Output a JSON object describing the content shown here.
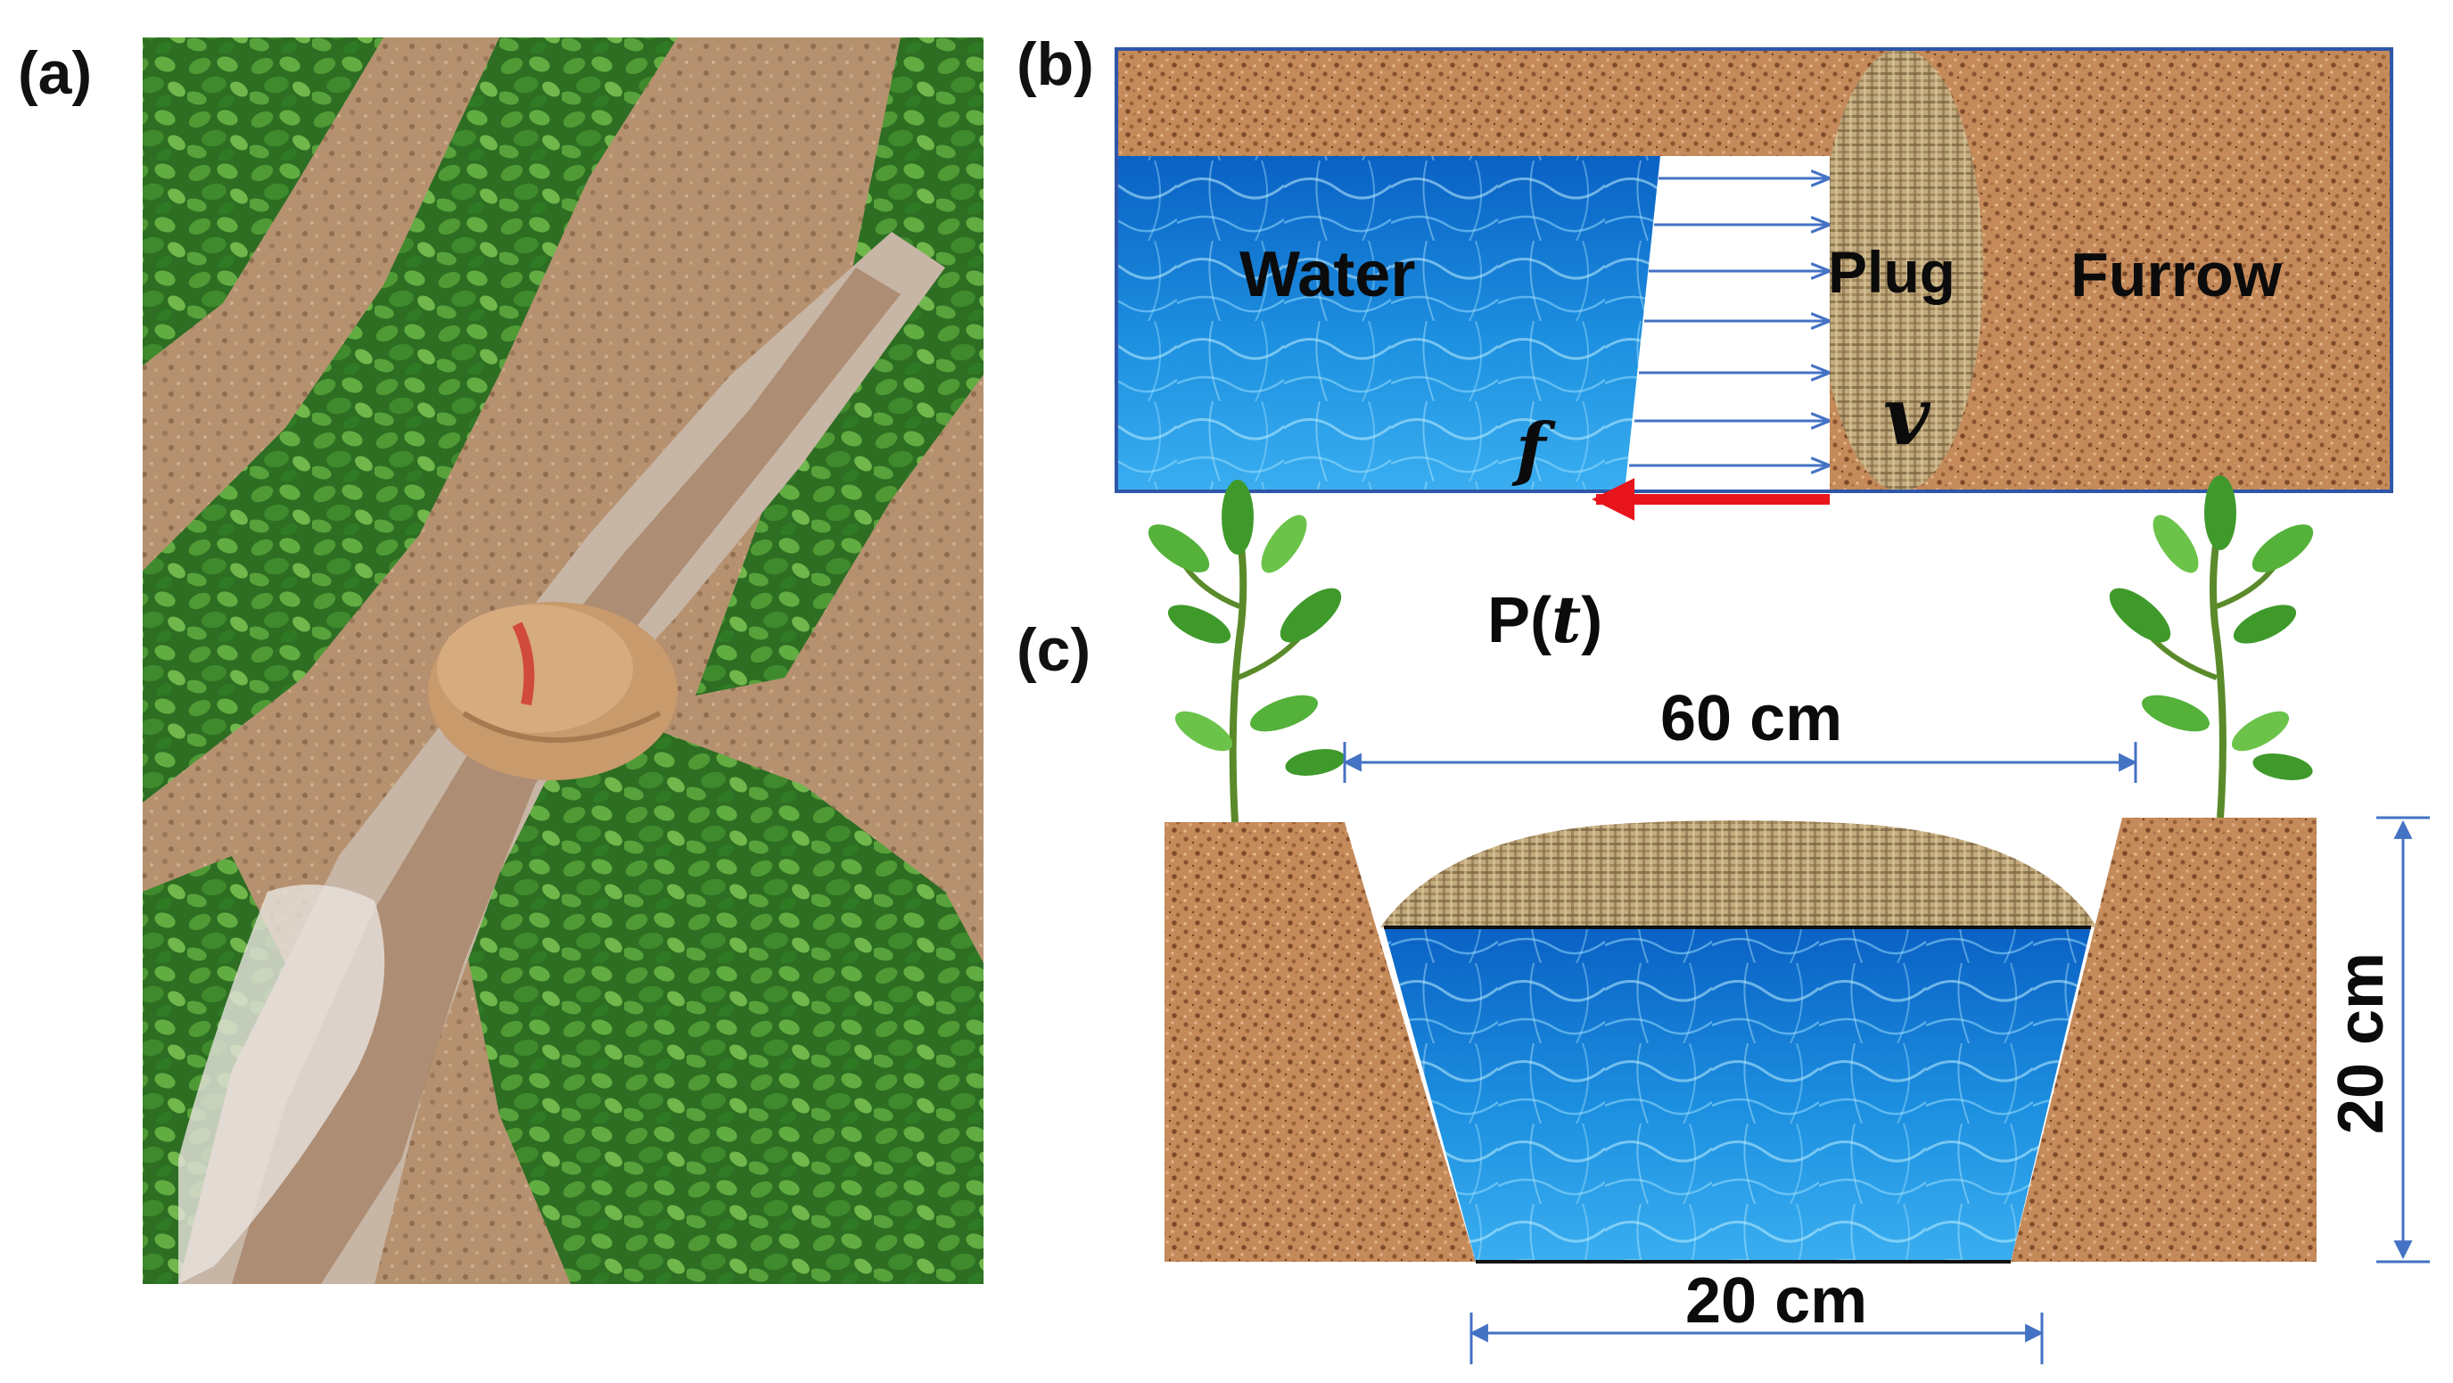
{
  "panels": {
    "a": {
      "letter": "(a)"
    },
    "b": {
      "letter": "(b)",
      "water_label": "Water",
      "plug_label": "Plug",
      "furrow_label": "Furrow",
      "friction_symbol": "f",
      "velocity_symbol": "v"
    },
    "c": {
      "letter": "(c)",
      "pressure_prefix": "P(",
      "pressure_var": "t",
      "pressure_suffix": ")",
      "top_width": "60 cm",
      "bottom_width": "20 cm",
      "depth": "20 cm"
    }
  },
  "colors": {
    "water_blue": "#1a86d6",
    "water_light": "#7fd0f5",
    "soil": "#c48a5a",
    "soil_dark": "#8a5431",
    "plug_burlap": "#c2ab7f",
    "arrow_blue": "#4472c4",
    "friction_red": "#e8141b",
    "leaf_green": "#3f9a2b",
    "frame_blue": "#2f56a8"
  }
}
